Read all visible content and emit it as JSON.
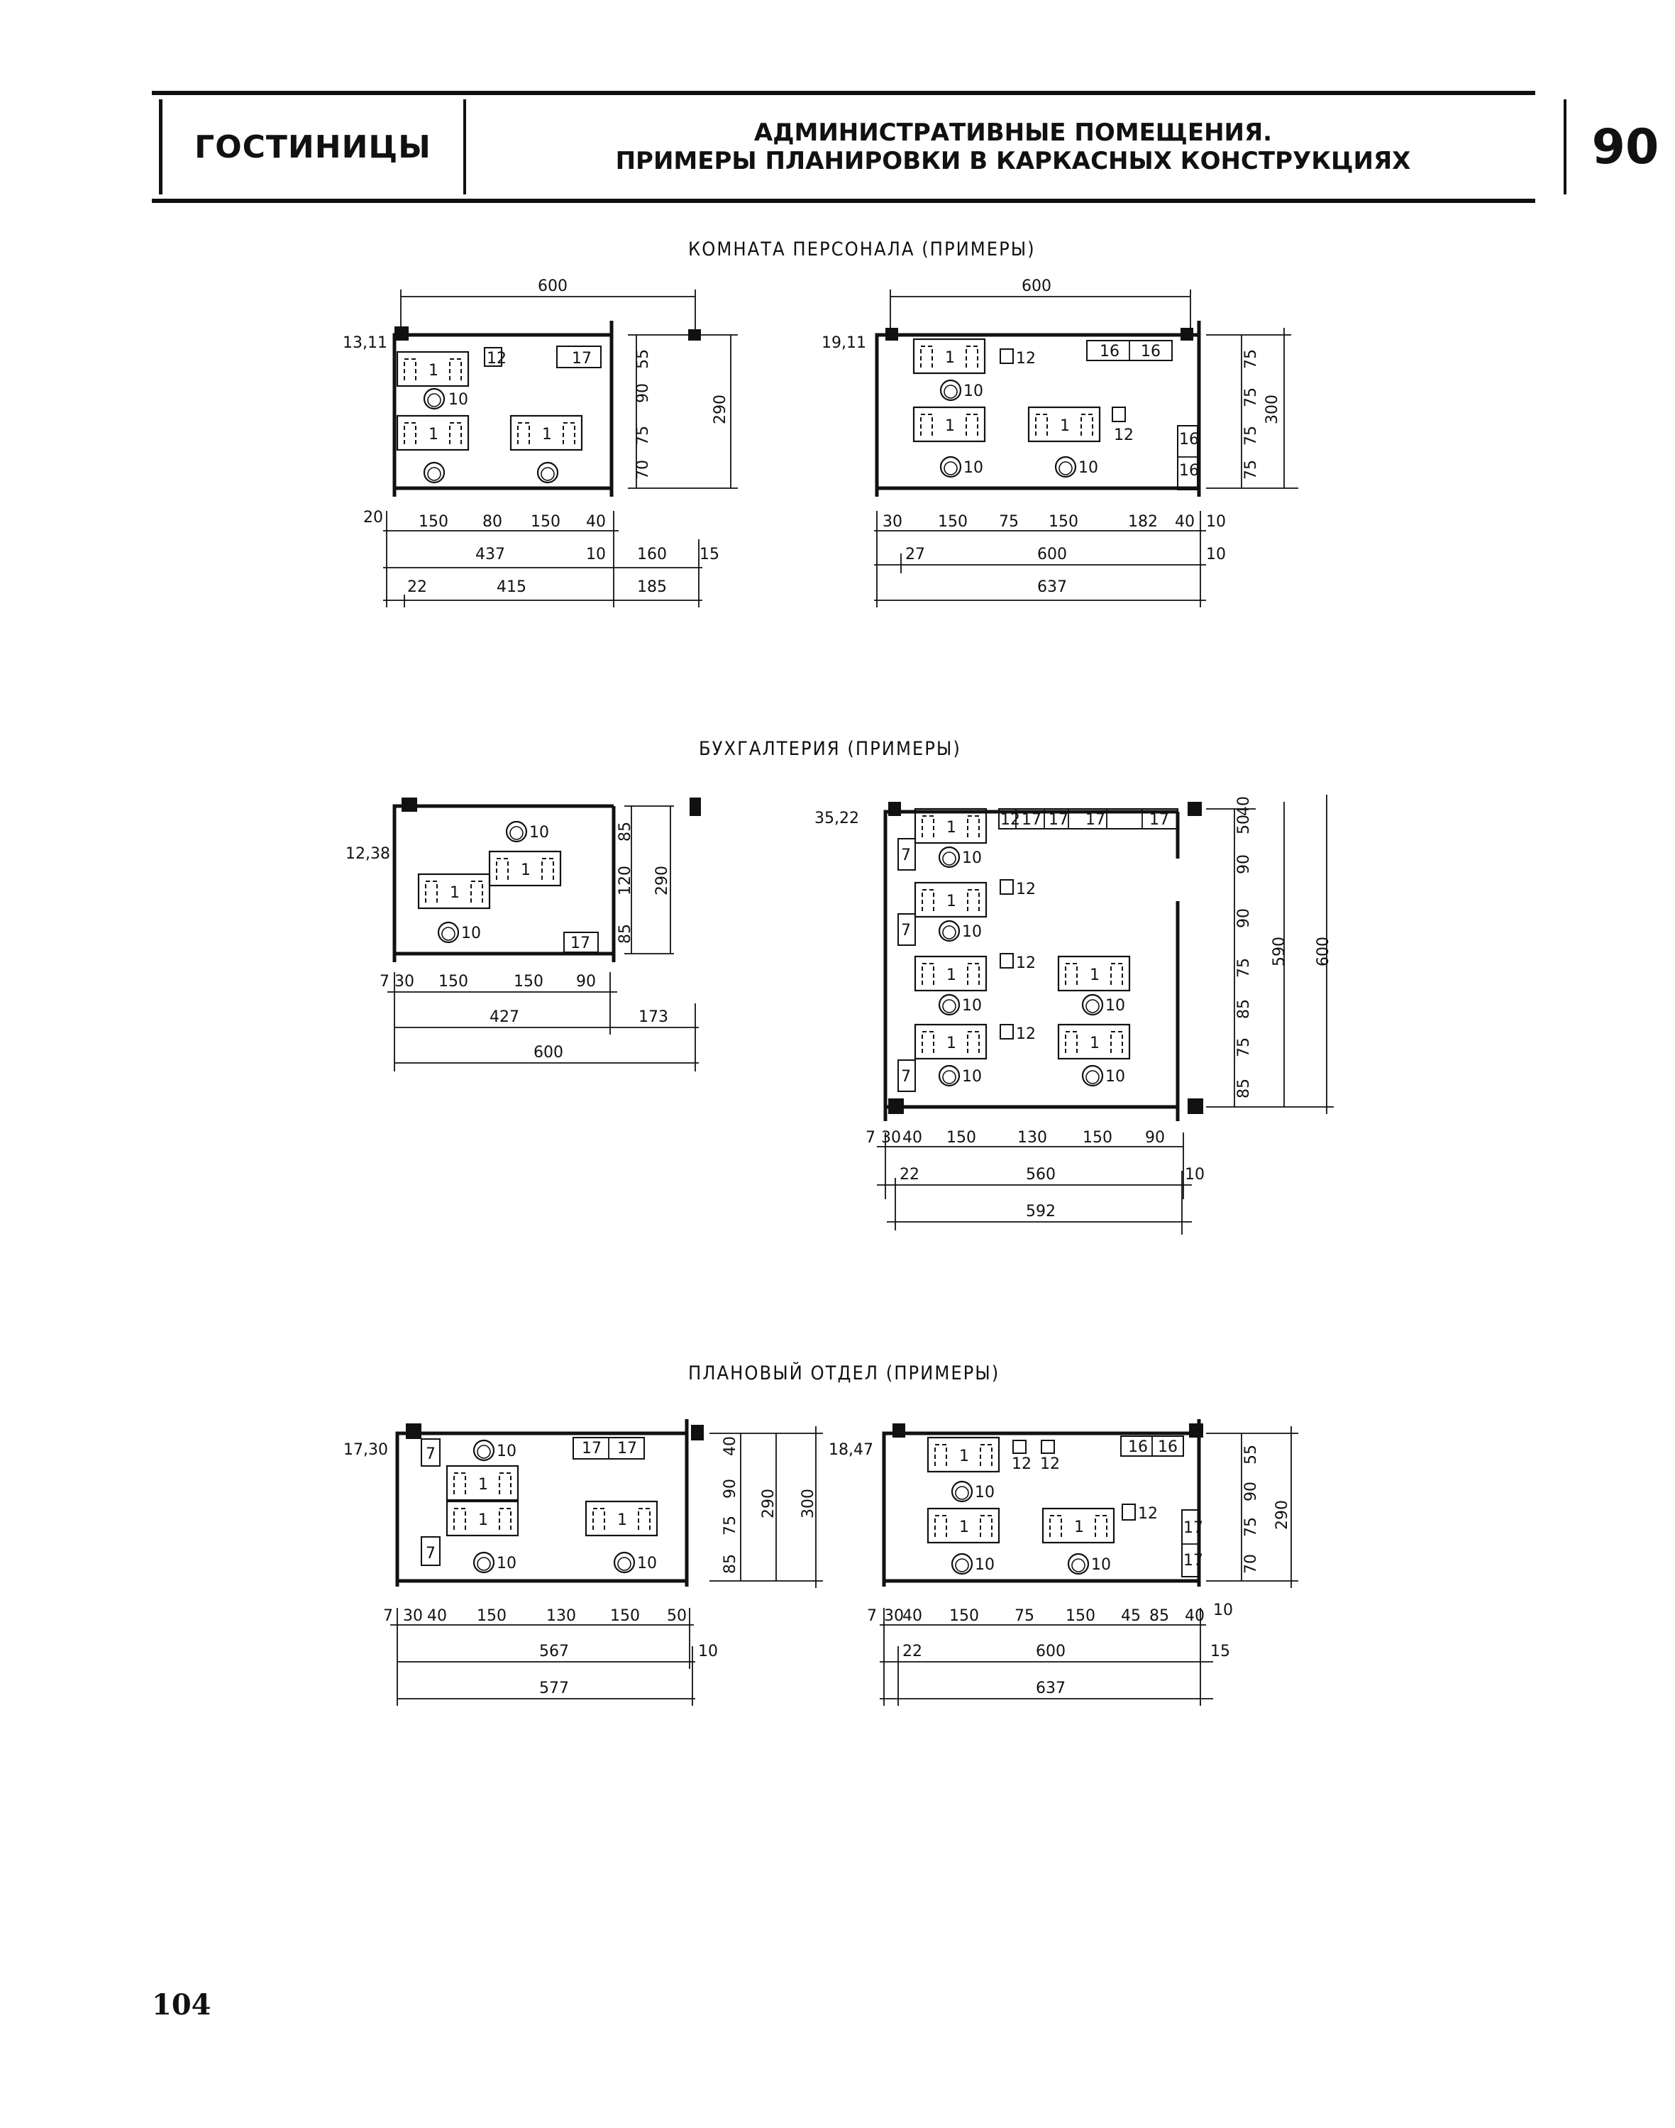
{
  "header": {
    "section": "ГОСТИНИЦЫ",
    "title_line1": "АДМИНИСТРАТИВНЫЕ ПОМЕЩЕНИЯ.",
    "title_line2": "ПРИМЕРЫ ПЛАНИРОВКИ В КАРКАСНЫХ КОНСТРУКЦИЯХ",
    "sheet_number": "90"
  },
  "sections": [
    {
      "title": "КОМНАТА ПЕРСОНАЛА (ПРИМЕРЫ)"
    },
    {
      "title": "БУХГАЛТЕРИЯ (ПРИМЕРЫ)"
    },
    {
      "title": "ПЛАНОВЫЙ ОТДЕЛ (ПРИМЕРЫ)"
    }
  ],
  "plans": {
    "staff_a": {
      "area": "13,11",
      "top_dim": "600",
      "right_dims": [
        "55",
        "90",
        "75",
        "70"
      ],
      "right_total": "290",
      "bottom_row1": [
        "20",
        "150",
        "80",
        "150",
        "40"
      ],
      "bottom_row2": [
        "437",
        "10",
        "160",
        "15"
      ],
      "bottom_row3": [
        "22",
        "415",
        "185"
      ]
    },
    "staff_b": {
      "area": "19,11",
      "top_dim": "600",
      "right_dims": [
        "75",
        "75",
        "75",
        "75"
      ],
      "right_total": "300",
      "bottom_row1": [
        "30",
        "150",
        "75",
        "150",
        "182",
        "40",
        "10"
      ],
      "bottom_row2": [
        "27",
        "600",
        "10"
      ],
      "bottom_row3": [
        "637"
      ]
    },
    "acct_a": {
      "area": "12,38",
      "right_dims": [
        "85",
        "120",
        "85"
      ],
      "right_total": "290",
      "bottom_row1": [
        "7",
        "30",
        "150",
        "150",
        "90"
      ],
      "bottom_row2": [
        "427",
        "173"
      ],
      "bottom_row3": [
        "600"
      ]
    },
    "acct_b": {
      "area": "35,22",
      "right_dims": [
        "50",
        "40",
        "90",
        "90",
        "75",
        "85",
        "75",
        "85"
      ],
      "right_total1": "590",
      "right_total2": "600",
      "bottom_row1": [
        "7",
        "30",
        "40",
        "150",
        "130",
        "150",
        "90"
      ],
      "bottom_row2": [
        "22",
        "560",
        "10"
      ],
      "bottom_row3": [
        "592"
      ]
    },
    "plan_a": {
      "area": "17,30",
      "right_dims": [
        "40",
        "90",
        "75",
        "85"
      ],
      "right_total1": "290",
      "right_total2": "300",
      "bottom_row1": [
        "7",
        "30",
        "40",
        "150",
        "130",
        "150",
        "50"
      ],
      "bottom_row2": [
        "567",
        "10"
      ],
      "bottom_row3": [
        "577"
      ]
    },
    "plan_b": {
      "area": "18,47",
      "right_dims": [
        "55",
        "90",
        "75",
        "70"
      ],
      "right_total": "290",
      "bottom_row1": [
        "7",
        "30",
        "40",
        "150",
        "75",
        "150",
        "45",
        "85",
        "40",
        "10"
      ],
      "bottom_row2": [
        "22",
        "600",
        "15"
      ],
      "bottom_row3": [
        "637"
      ]
    }
  },
  "furniture_labels": {
    "desk": "1",
    "chair": "10",
    "safe": "12",
    "wardrobe": "16",
    "cabinet": "17",
    "rack": "7"
  },
  "page_number": "104"
}
